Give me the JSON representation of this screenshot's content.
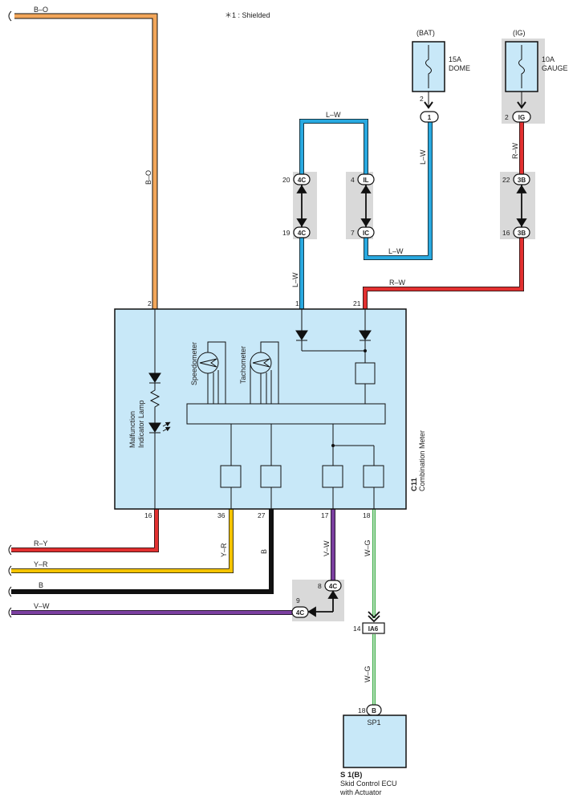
{
  "note": "＊1 : Shielded",
  "sources": {
    "bat": {
      "label": "(BAT)",
      "fuse_amp": "15A",
      "fuse_name": "DOME",
      "pin": "2"
    },
    "ig": {
      "label": "(IG)",
      "fuse_amp": "10A",
      "fuse_name": "GAUGE",
      "pin": "2"
    }
  },
  "connectors": {
    "c1": "1",
    "ig": "IG",
    "j3b_top": "3B",
    "j3b_top_pin": "22",
    "j3b_bot": "3B",
    "j3b_bot_pin": "16",
    "j4c_top": "4C",
    "j4c_top_pin": "20",
    "j4c_bot": "4C",
    "j4c_bot_pin": "19",
    "jil": "IL",
    "jil_pin": "4",
    "jic": "IC",
    "jic_pin": "7",
    "j4c_8": "4C",
    "j4c_8_pin": "8",
    "j4c_9": "4C",
    "j4c_9_pin": "9",
    "ia6": "IA6",
    "ia6_pin": "14",
    "sp1_pin_letter": "B",
    "sp1_pin": "18"
  },
  "wires": {
    "bo_top": "B–O",
    "bo_vert": "B–O",
    "lw_top": "L–W",
    "lw_right": "L–W",
    "lw_bottom": "L–W",
    "lw_meter": "L–W",
    "rw_vert": "R–W",
    "rw_meter": "R–W",
    "ry": "R–Y",
    "yr": "Y–R",
    "yr_vert": "Y–R",
    "b": "B",
    "b_vert": "B",
    "vw": "V–W",
    "vw_vert": "V–W",
    "wg_vert": "W–G",
    "wg_lower": "W–G"
  },
  "meter": {
    "id": "C11",
    "name": "Combination Meter",
    "speedometer": "Speedometer",
    "tachometer": "Tachometer",
    "mil_line1": "Malfunction",
    "mil_line2": "Indicator Lamp",
    "pins_top": {
      "p2": "2",
      "p1": "1",
      "p21": "21"
    },
    "pins_bottom": {
      "p16": "16",
      "p36": "36",
      "p27": "27",
      "p17": "17",
      "p18": "18"
    }
  },
  "ecu": {
    "id": "S 1(B)",
    "connector": "SP1",
    "name_line1": "Skid Control ECU",
    "name_line2": "with Actuator"
  },
  "colors": {
    "orange": "#f2a65a",
    "blue": "#29a9e0",
    "red": "#e23030",
    "yellow": "#f5c400",
    "black": "#111111",
    "purple": "#7b3fa0",
    "green": "#3fae49",
    "box_fill": "#c8e8f8",
    "shade": "#d9d9d9"
  }
}
